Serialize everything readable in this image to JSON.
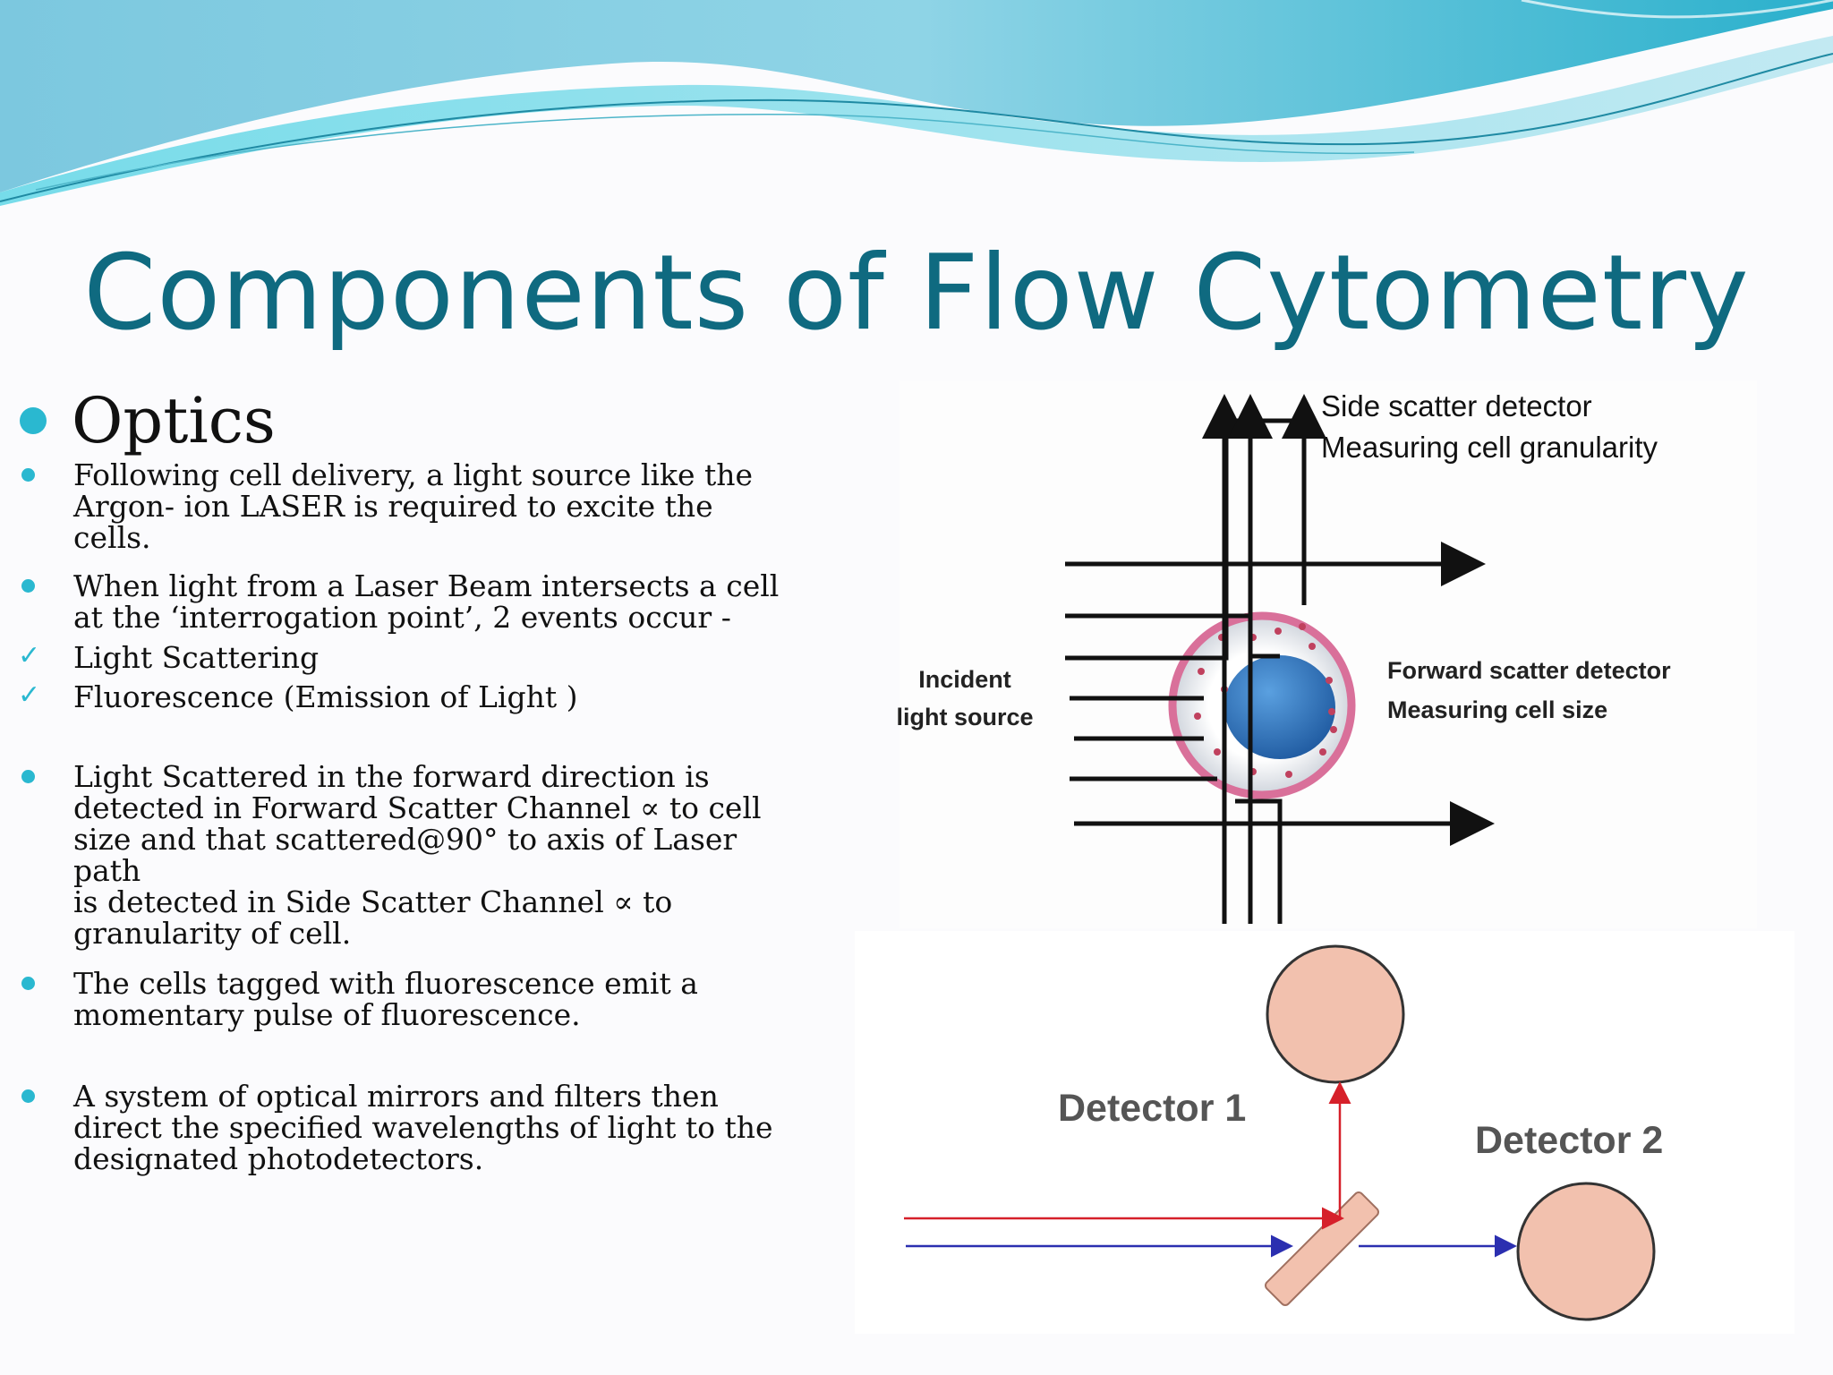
{
  "slide": {
    "title": "Components of Flow Cytometry",
    "section_heading": "Optics",
    "bullets": [
      {
        "marker": "dot",
        "text": "Following cell delivery, a light source like the\nArgon- ion LASER is required to excite the cells."
      },
      {
        "marker": "dot",
        "text": "When light from a Laser Beam intersects a cell\nat the ‘interrogation point’, 2 events occur -"
      },
      {
        "marker": "check",
        "text": "Light Scattering"
      },
      {
        "marker": "check",
        "text": "Fluorescence (Emission of Light )"
      },
      {
        "marker": "dot",
        "text": "Light Scattered in the forward direction is\ndetected in Forward Scatter Channel ∝ to cell\nsize and that scattered@90° to axis of Laser path\nis detected in Side Scatter Channel ∝ to\ngranularity of cell."
      },
      {
        "marker": "dot",
        "text": "The cells tagged with fluorescence emit a\nmomentary pulse of fluorescence."
      },
      {
        "marker": "dot",
        "text": "A system of optical mirrors and filters then\ndirect the specified wavelengths of light to the\ndesignated photodetectors."
      }
    ]
  },
  "scatter_diagram": {
    "side_scatter_line1": "Side scatter detector",
    "side_scatter_line2": "Measuring cell granularity",
    "incident_line1": "Incident",
    "incident_line2": "light source",
    "forward_scatter_line1": "Forward scatter detector",
    "forward_scatter_line2": "Measuring cell size"
  },
  "detector_diagram": {
    "detector1": "Detector 1",
    "detector2": "Detector 2"
  },
  "colors": {
    "title": "#0f6a80",
    "bullet_accent": "#2ab8d0",
    "cell_membrane": "#d9709a",
    "cell_nucleus": "#2f6fb8",
    "detector_fill": "#f2c1ae",
    "laser_red": "#d6202a",
    "laser_blue": "#2b2fb0"
  }
}
